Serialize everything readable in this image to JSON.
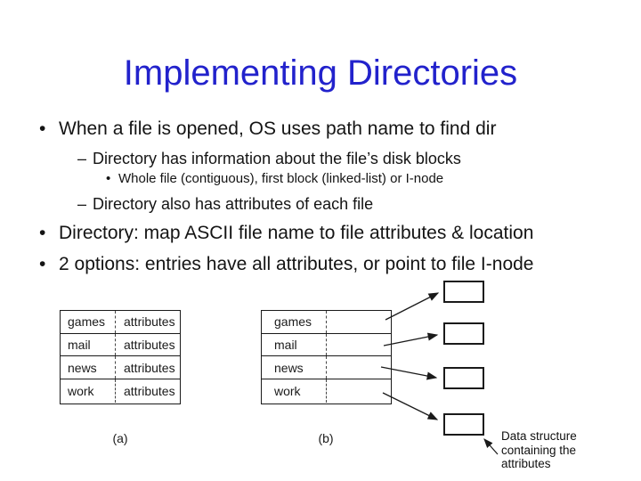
{
  "slide": {
    "title": "Implementing Directories",
    "accent_color": "#2222cc",
    "bullets": [
      {
        "level": 1,
        "marker": "•",
        "text": "When a file is opened, OS uses path name to find dir"
      },
      {
        "level": 2,
        "marker": "–",
        "text": "Directory has information about the file’s disk blocks"
      },
      {
        "level": 3,
        "marker": "•",
        "text": "Whole file (contiguous), first block (linked-list) or I-node"
      },
      {
        "level": 2,
        "marker": "–",
        "text": "Directory also has attributes of each file"
      },
      {
        "level": 1,
        "marker": "•",
        "text": "Directory: map ASCII file name to file attributes & location"
      },
      {
        "level": 1,
        "marker": "•",
        "text": "2 options: entries have all attributes, or point to file I-node"
      }
    ]
  },
  "diagram": {
    "table_a": {
      "caption": "(a)",
      "rows": [
        {
          "name": "games",
          "attr": "attributes"
        },
        {
          "name": "mail",
          "attr": "attributes"
        },
        {
          "name": "news",
          "attr": "attributes"
        },
        {
          "name": "work",
          "attr": "attributes"
        }
      ]
    },
    "table_b": {
      "caption": "(b)",
      "rows": [
        {
          "name": "games",
          "attr": ""
        },
        {
          "name": "mail",
          "attr": ""
        },
        {
          "name": "news",
          "attr": ""
        },
        {
          "name": "work",
          "attr": ""
        }
      ]
    },
    "annotation": {
      "lines": [
        "Data structure",
        "containing the",
        "attributes"
      ]
    }
  }
}
